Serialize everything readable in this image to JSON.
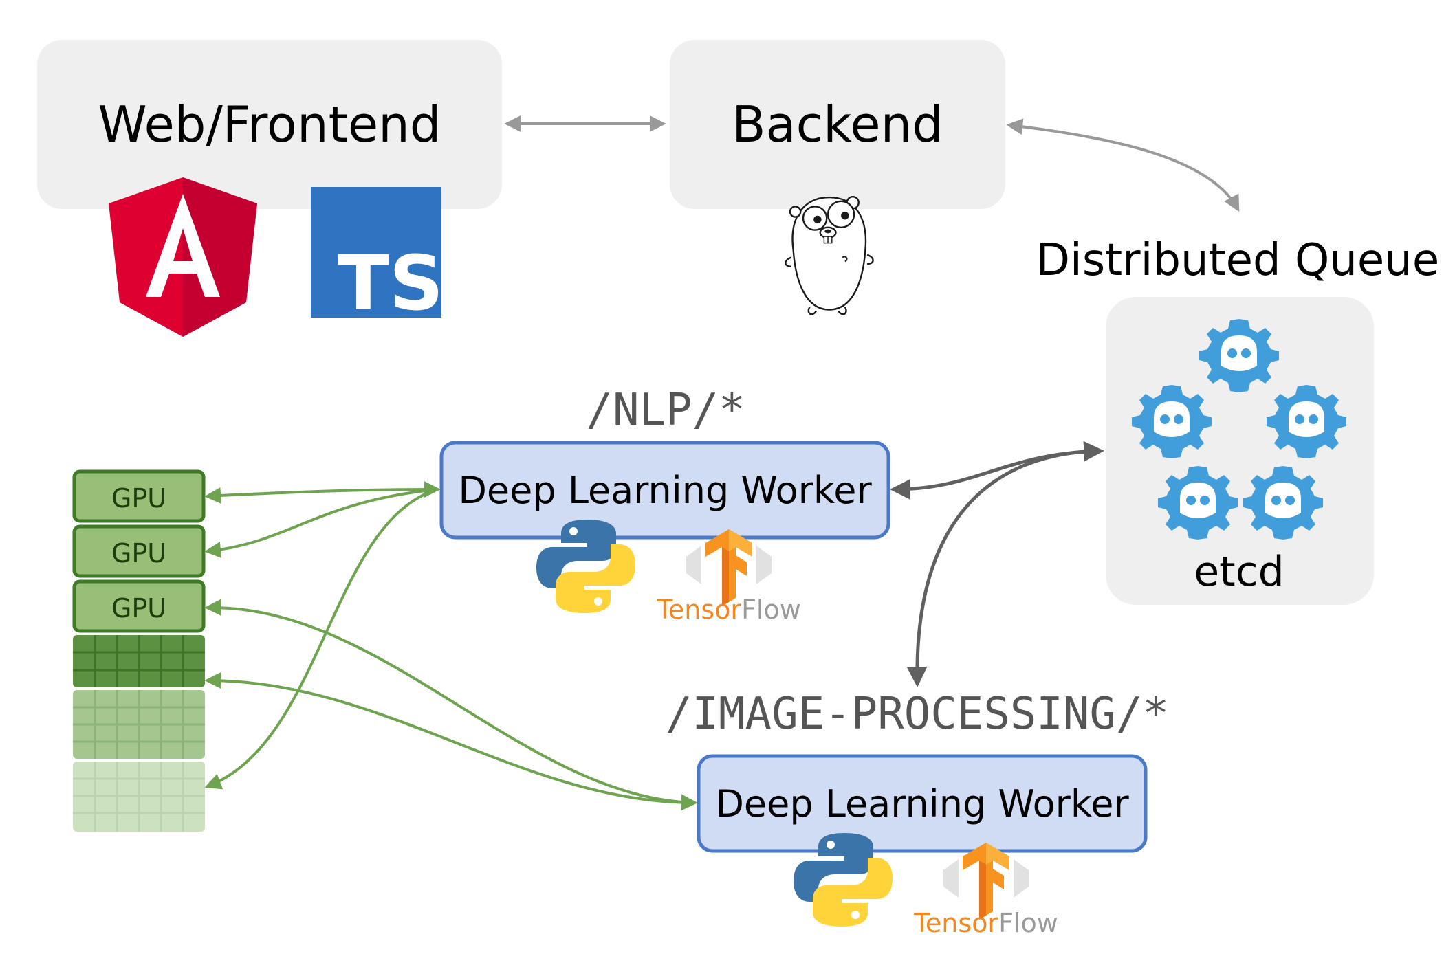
{
  "nodes": {
    "frontend": {
      "label": "Web/Frontend"
    },
    "backend": {
      "label": "Backend"
    },
    "queue": {
      "title": "Distributed Queue",
      "label": "etcd"
    },
    "nlp": {
      "route": "/NLP/*",
      "worker_label": "Deep Learning Worker"
    },
    "image": {
      "route": "/IMAGE-PROCESSING/*",
      "worker_label": "Deep Learning Worker"
    }
  },
  "logos": {
    "typescript": "TS",
    "angular": "A",
    "tensorflow": {
      "part1": "Tensor",
      "part2": "Flow"
    }
  },
  "gpus": [
    {
      "label": "GPU"
    },
    {
      "label": "GPU"
    },
    {
      "label": "GPU"
    }
  ],
  "colors": {
    "box_gray": "#efefef",
    "worker_fill": "#cfdcf4",
    "worker_stroke": "#4a7ac7",
    "gpu_fill": "#97bf77",
    "gpu_stroke": "#3f7a26",
    "green_arrow": "#6ea350",
    "gray_arrow": "#999999",
    "dark_arrow": "#606060",
    "angular_red": "#dd0031",
    "ts_blue": "#2f74c0",
    "etcd_blue": "#419eda",
    "tf_orange": "#f5871f"
  },
  "icons": [
    "angular-logo-icon",
    "typescript-logo-icon",
    "gopher-mascot-icon",
    "etcd-logo-icon",
    "python-logo-icon",
    "tensorflow-logo-icon"
  ]
}
